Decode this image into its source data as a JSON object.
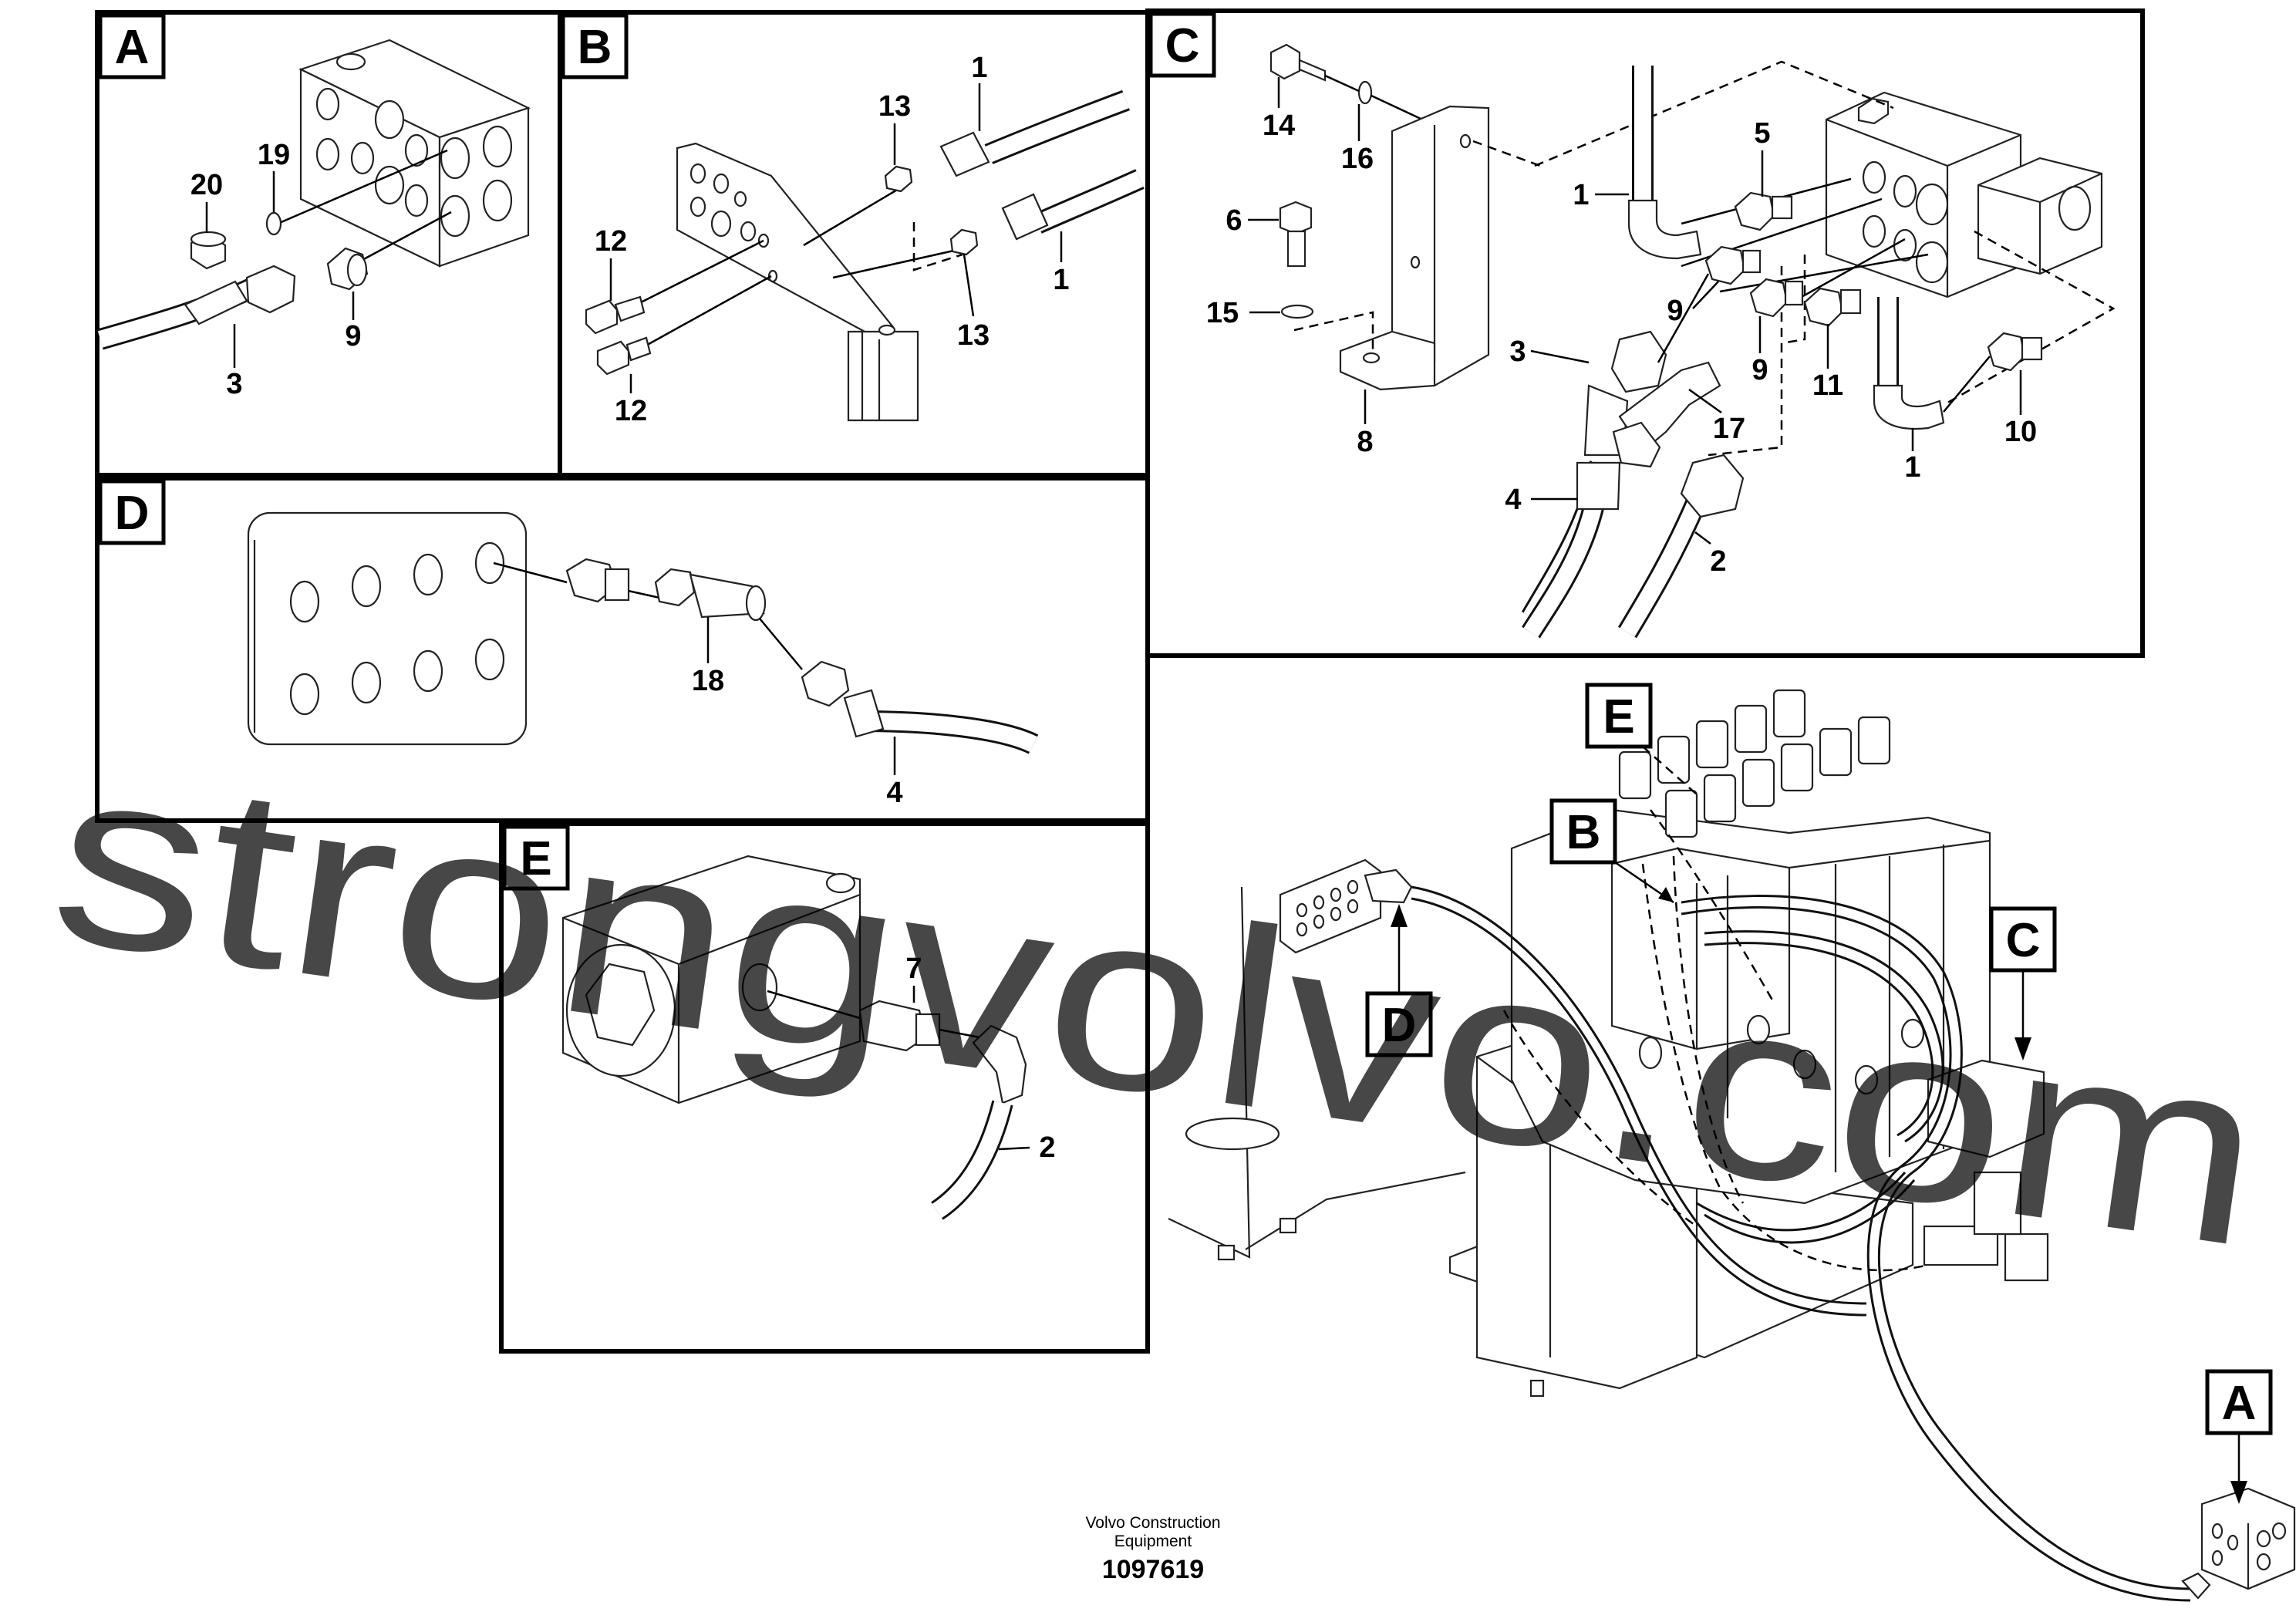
{
  "panels": {
    "A": {
      "label": "A",
      "callouts": [
        "20",
        "19",
        "9",
        "3"
      ]
    },
    "B": {
      "label": "B",
      "callouts": [
        "13",
        "1",
        "12",
        "12",
        "13",
        "1"
      ]
    },
    "C": {
      "label": "C",
      "callouts": [
        "14",
        "16",
        "6",
        "15",
        "8",
        "1",
        "5",
        "9",
        "9",
        "11",
        "3",
        "17",
        "4",
        "2",
        "1",
        "10"
      ]
    },
    "D": {
      "label": "D",
      "callouts": [
        "18",
        "4"
      ]
    },
    "E": {
      "label": "E",
      "callouts": [
        "7",
        "2"
      ]
    }
  },
  "overview": {
    "labels": [
      "E",
      "B",
      "C",
      "D",
      "A"
    ]
  },
  "footer": {
    "line1": "Volvo Construction",
    "line2": "Equipment",
    "code": "1097619"
  },
  "watermark": "strongvolvo.com",
  "colors": {
    "watermark": "#d98a8a",
    "lines": "#000000",
    "background": "#ffffff"
  }
}
